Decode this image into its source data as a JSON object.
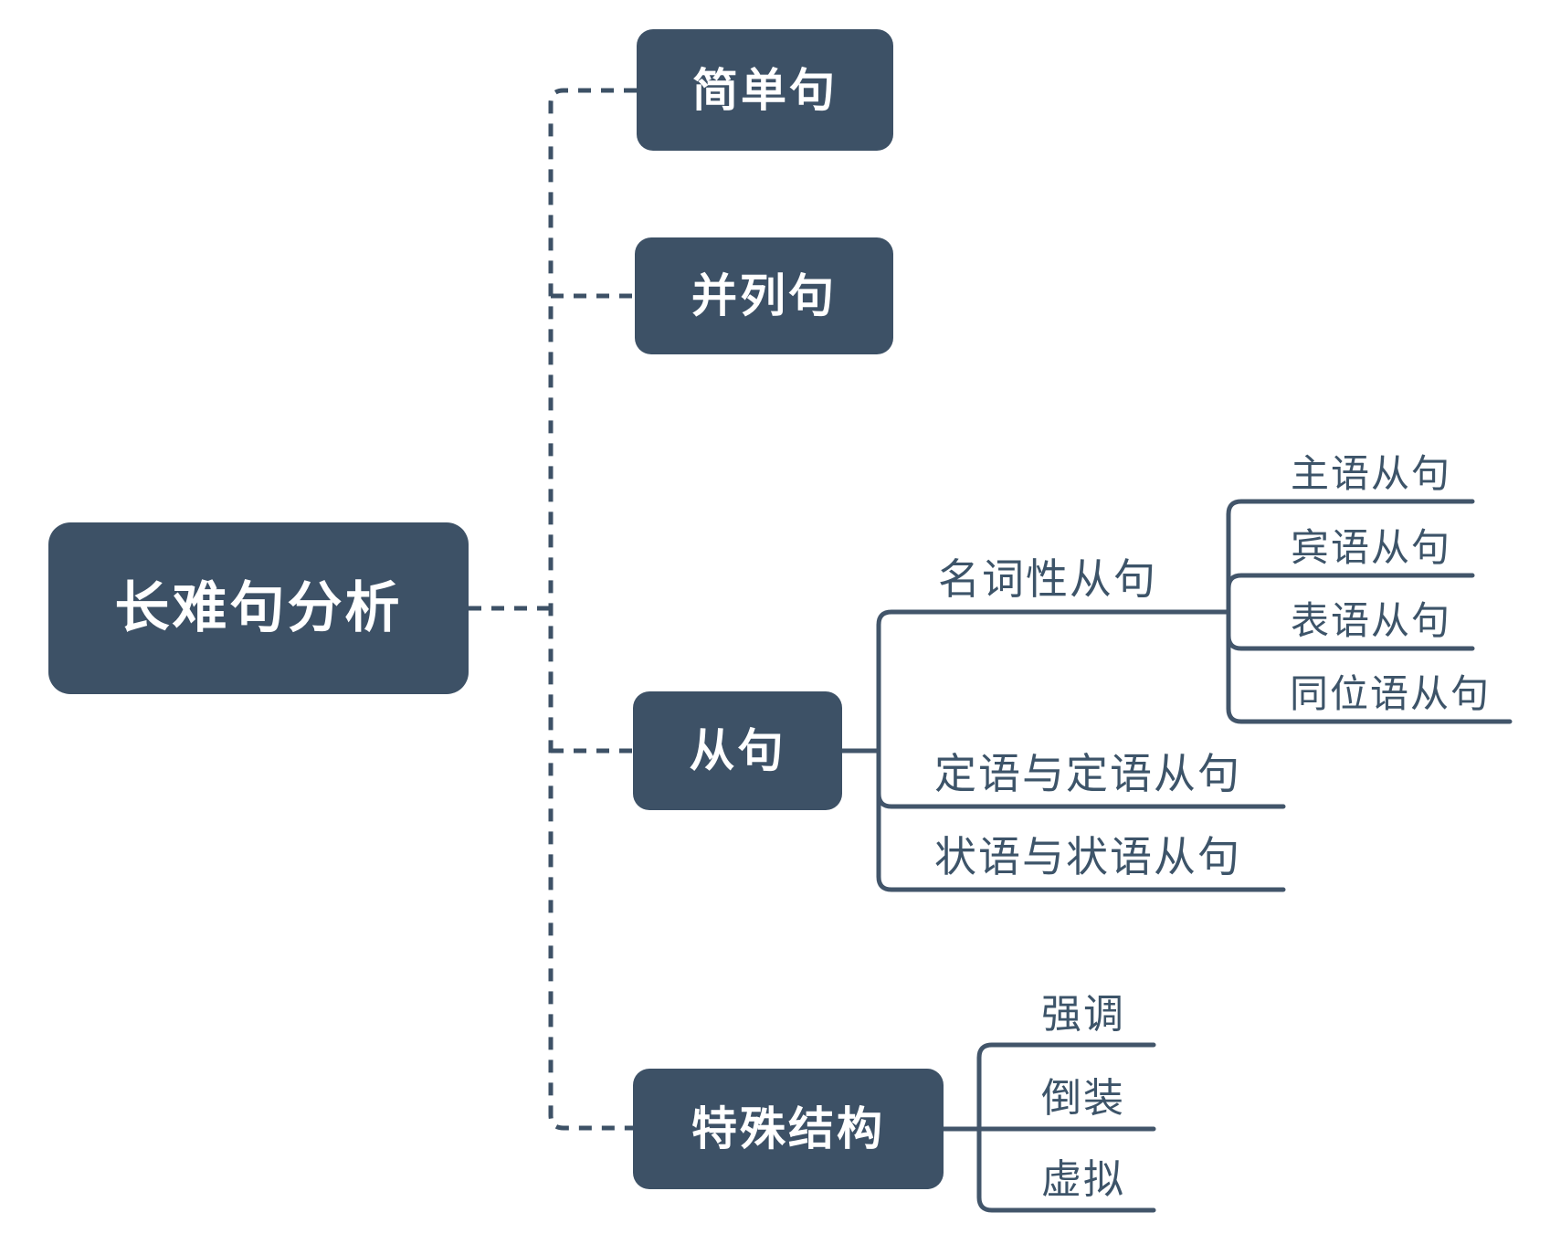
{
  "root": {
    "label": "长难句分析"
  },
  "branches": [
    {
      "label": "简单句"
    },
    {
      "label": "并列句"
    },
    {
      "label": "从句",
      "children": [
        {
          "label": "名词性从句",
          "children": [
            "主语从句",
            "宾语从句",
            "表语从句",
            "同位语从句"
          ]
        },
        {
          "label": "定语与定语从句"
        },
        {
          "label": "状语与状语从句"
        }
      ]
    },
    {
      "label": "特殊结构",
      "children": [
        "强调",
        "倒装",
        "虚拟"
      ]
    }
  ],
  "colors": {
    "node_fill": "#3D5166",
    "node_text": "#FFFFFF",
    "connector": "#42556A",
    "label_text": "#3D5469",
    "background": "#FFFFFF"
  }
}
